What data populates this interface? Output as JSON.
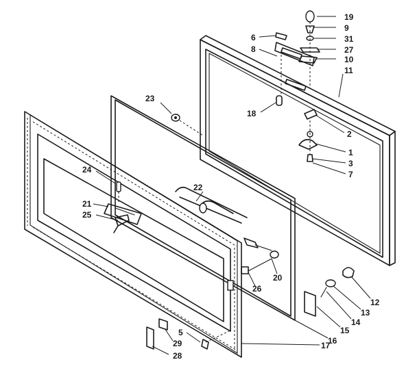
{
  "diagram": {
    "callouts": {
      "c19": "19",
      "c9": "9",
      "c31": "31",
      "c27": "27",
      "c10": "10",
      "c11": "11",
      "c6": "6",
      "c8": "8",
      "c18": "18",
      "c23": "23",
      "c2": "2",
      "c1": "1",
      "c3": "3",
      "c7": "7",
      "c24": "24",
      "c22": "22",
      "c21": "21",
      "c25": "25",
      "c20": "20",
      "c26": "26",
      "c12": "12",
      "c13": "13",
      "c14": "14",
      "c15": "15",
      "c16": "16",
      "c17": "17",
      "c5": "5",
      "c29": "29",
      "c28": "28"
    }
  }
}
